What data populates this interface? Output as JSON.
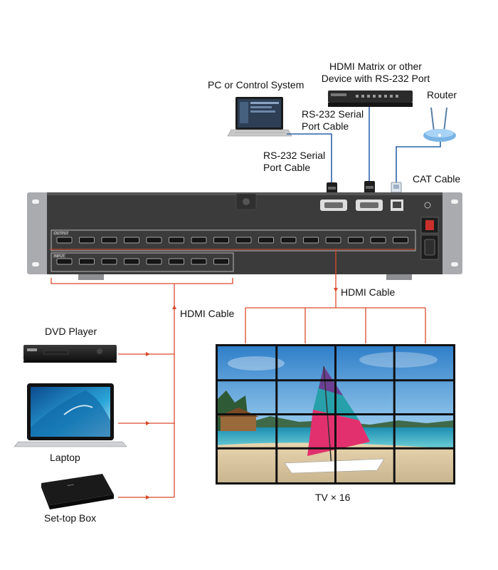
{
  "labels": {
    "hdmi_matrix_line1": "HDMI Matrix or other",
    "hdmi_matrix_line2": "Device with RS-232 Port",
    "pc_control": "PC or Control System",
    "router": "Router",
    "rs232_upper_line1": "RS-232 Serial",
    "rs232_upper_line2": "Port Cable",
    "rs232_lower_line1": "RS-232 Serial",
    "rs232_lower_line2": "Port Cable",
    "cat_cable": "CAT Cable",
    "hdmi_cable_output": "HDMI Cable",
    "hdmi_cable_input": "HDMI Cable",
    "dvd_player": "DVD Player",
    "laptop": "Laptop",
    "set_top_box": "Set-top Box",
    "tv_wall": "TV × 16"
  },
  "panel": {
    "output_header": "OUTPUT",
    "input_header": "INPUT",
    "output_port_count": 16,
    "input_port_count": 8,
    "video_wall_rows": 4,
    "video_wall_cols": 4
  },
  "colors": {
    "signal_line": "#d94a2b",
    "control_line": "#2a63a8",
    "panel_body": "#3b3b3b",
    "rack_ear": "#a9abae"
  }
}
